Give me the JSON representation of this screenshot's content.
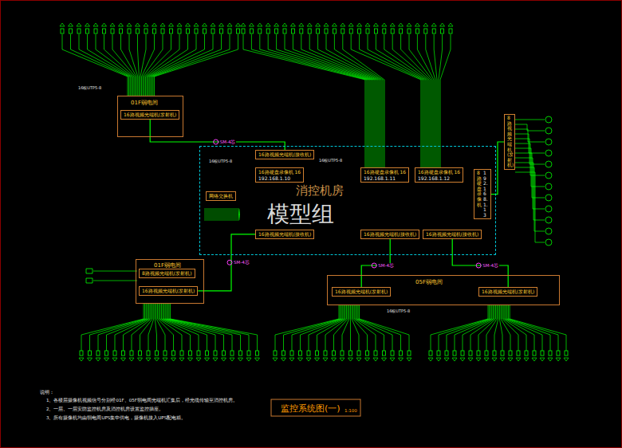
{
  "diagram": {
    "title": "监控系统图(一)",
    "nodes": [
      {
        "text": [
          "消控机房"
        ]
      },
      {
        "text": [
          "01F弱电间"
        ]
      },
      {
        "text": [
          "16路视频光端机(发射机)"
        ],
        "in": 1
      },
      {
        "text": [
          "01F弱电间"
        ]
      },
      {
        "text": [
          "8路视频光端机(发射机)"
        ],
        "in": 3
      },
      {
        "text": [
          "16路视频光端机(发射机)"
        ],
        "in": 3
      },
      {
        "text": [
          "05F弱电间"
        ]
      },
      {
        "text": [
          "16路视频光端机(发射机)"
        ],
        "in": 6
      },
      {
        "text": [
          "16路视频光端机(发射机)"
        ],
        "in": 6
      },
      {
        "text": [
          "8路视频光端机(发射机)"
        ]
      },
      {
        "text": [
          "16路视频光端机(接收机)"
        ],
        "in": 0
      },
      {
        "text": [
          "16路硬盘录像机 16",
          "192.168.1.10"
        ],
        "in": 0
      },
      {
        "text": [
          "16路硬盘录像机 16",
          "192.168.1.11"
        ],
        "in": 0
      },
      {
        "text": [
          "16路硬盘录像机 16",
          "192.168.1.12"
        ],
        "in": 0
      },
      {
        "text": [
          "8路硬盘录像机",
          "192.168.1.13"
        ],
        "in": 0
      },
      {
        "text": [
          "16路视频光端机(接收机)"
        ],
        "in": 0
      },
      {
        "text": [
          "16路视频光端机(接收机)"
        ],
        "in": 0
      },
      {
        "text": [
          "16路视频光端机(接收机)"
        ],
        "in": 0
      },
      {
        "text": [
          "网络交换机"
        ],
        "in": 0
      }
    ],
    "edges": [
      {
        "from": 2,
        "to": 10,
        "label": "SM-4芯",
        "arrow": "none"
      },
      {
        "from": 5,
        "to": 15,
        "label": "SM-4芯",
        "arrow": "none"
      },
      {
        "from": 7,
        "to": 16,
        "label": "SM-4芯",
        "arrow": "none"
      },
      {
        "from": 8,
        "to": 17,
        "label": "SM-4芯",
        "arrow": "none"
      },
      {
        "from": 9,
        "to": 14,
        "arrow": "none"
      }
    ],
    "labels": [
      "16根UTP5-8",
      "16根UTP5-8",
      "16根UTP5-8",
      "16根UTP5-8",
      "模型组",
      "说明：",
      "1、各楼层摄像机视频信号分别经01F、05F弱电间光端机汇集后，经光缆传输至消控机房。",
      "2、一层、一层安防监控机房及消控机房设置监控插座。",
      "3、所有摄像机均由弱电间UPS集中供电，摄像机接入UPS配电箱。",
      "1:100"
    ]
  }
}
